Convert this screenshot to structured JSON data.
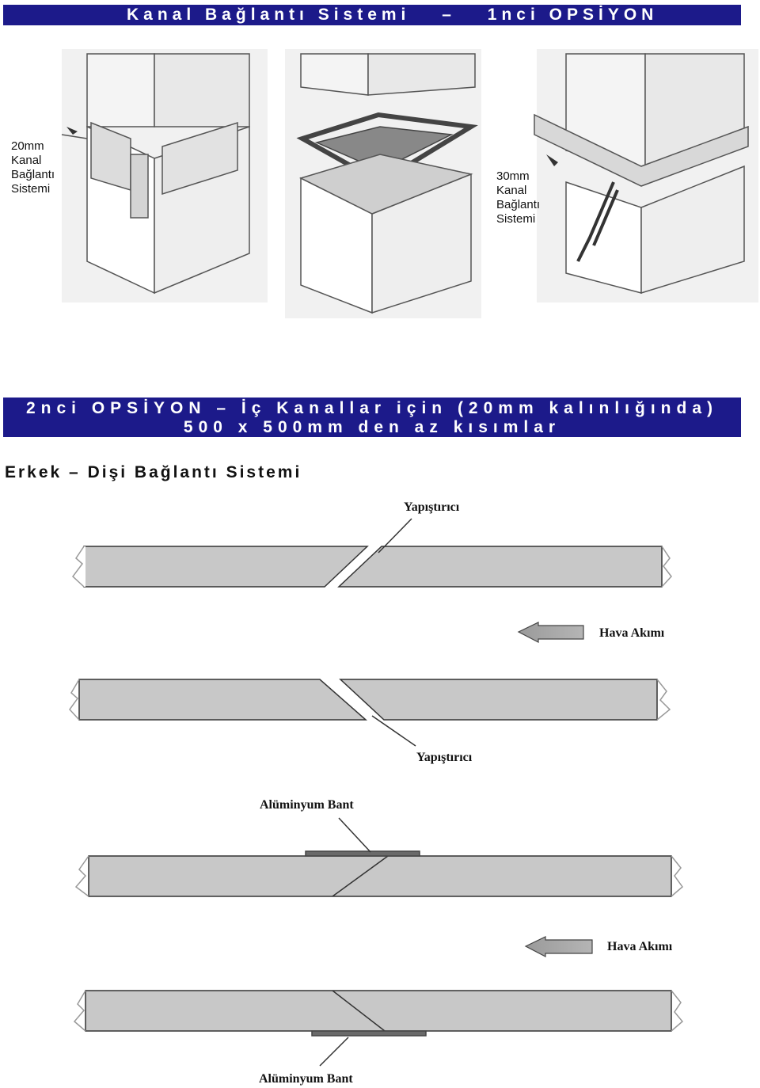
{
  "header": {
    "title": "Kanal Bağlantı Sistemi",
    "dash": "–",
    "option": "1nci OPSİYON"
  },
  "figure_top": {
    "label_left_lines": [
      "20mm",
      "Kanal",
      "Bağlantı",
      "Sistemi"
    ],
    "label_right_lines": [
      "30mm",
      "Kanal",
      "Bağlantı",
      "Sistemi"
    ]
  },
  "option2": {
    "line1": "2nci OPSİYON – İç Kanallar için (20mm kalınlığında)",
    "line2": "500 x 500mm den az kısımlar"
  },
  "section": {
    "heading": "Erkek – Dişi Bağlantı Sistemi"
  },
  "diagram": {
    "adhesive_label": "Yapıştırıcı",
    "airflow_label": "Hava Akımı",
    "tape_label": "Alüminyum Bant"
  },
  "colors": {
    "banner": "#1c1a8a",
    "panel_fill": "#c8c8c8",
    "arrow_fill": "#9a9a9a"
  }
}
